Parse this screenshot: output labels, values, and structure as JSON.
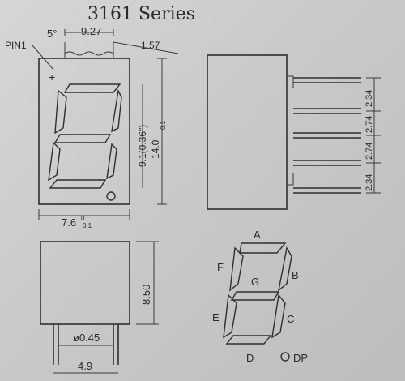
{
  "title": "3161 Series",
  "front_view": {
    "pin1_label": "PIN1",
    "angle": "5°",
    "width_top": "9.27",
    "offset": "1.57",
    "digit_height": "9.1(0.36\")",
    "body_height_main": "14.0",
    "body_height_tol": "0.1",
    "body_width_main": "7.6",
    "body_width_tol": "0.1",
    "body_tol_upper": "0"
  },
  "side_view": {
    "pitch_labels": [
      "2.34",
      "2.74",
      "2.74",
      "2.34"
    ]
  },
  "bottom_view": {
    "height": "8.50",
    "pin_diameter": "ø0.45",
    "pin_spacing": "4.9"
  },
  "segment_diagram": {
    "labels": {
      "a": "A",
      "b": "B",
      "c": "C",
      "d": "D",
      "e": "E",
      "f": "F",
      "g": "G",
      "dp": "DP"
    }
  }
}
